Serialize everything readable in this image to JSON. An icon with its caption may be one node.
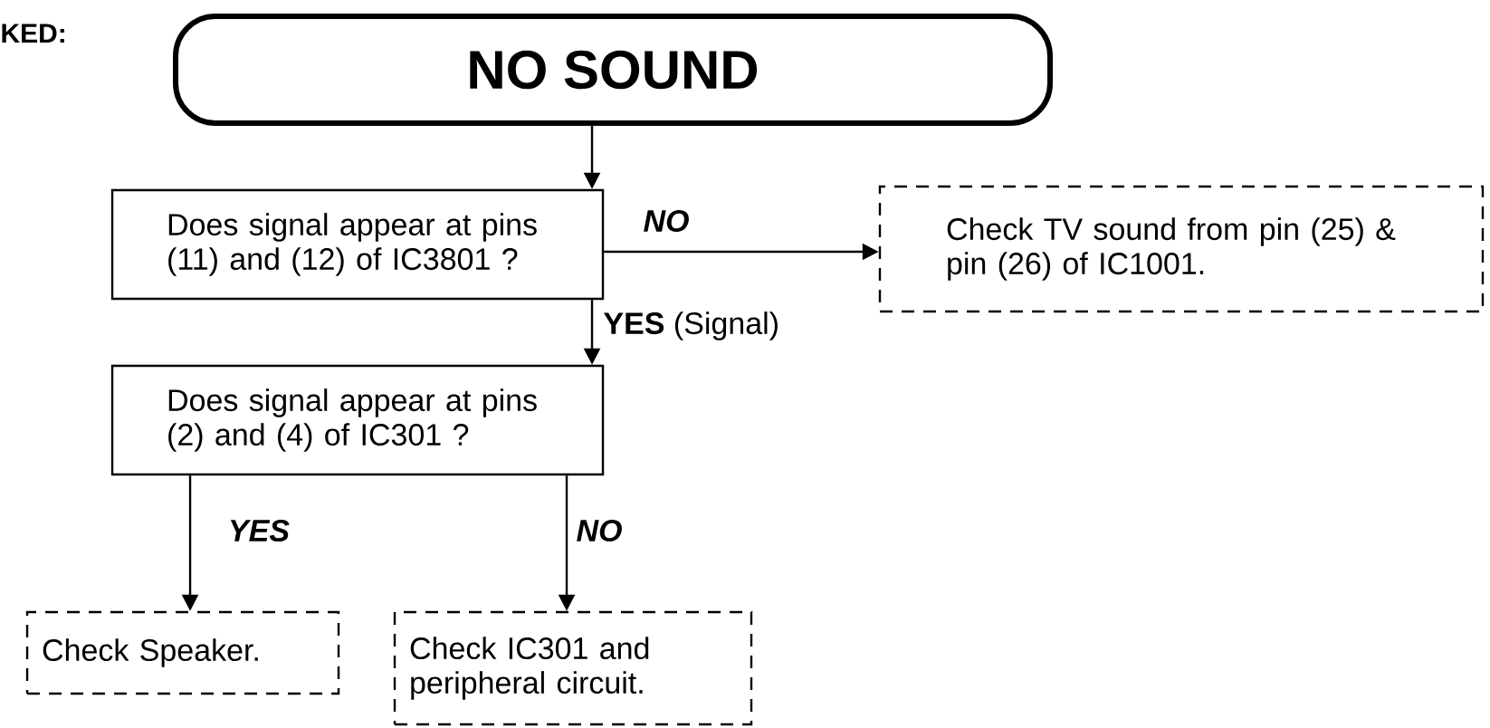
{
  "diagram": {
    "nodes": [
      {
        "text": [
          "NO SOUND"
        ]
      },
      {
        "text": [
          "Does signal appear at pins (11) and (12) of IC3801 ?"
        ]
      },
      {
        "text": [
          "Check TV sound from pin (25) & pin (26) of IC1001."
        ]
      },
      {
        "text": [
          "Does signal appear at pins (2) and (4) of IC301 ?"
        ]
      },
      {
        "text": [
          "Check Speaker."
        ]
      },
      {
        "text": [
          "Check IC301 and peripheral circuit."
        ]
      }
    ],
    "edges": [
      {
        "from": 0,
        "to": 1,
        "arrow": "to"
      },
      {
        "from": 1,
        "to": 2,
        "arrow": "to",
        "label": "NO"
      },
      {
        "from": 1,
        "to": 3,
        "arrow": "to",
        "label": "**YES** (Signal)"
      },
      {
        "from": 3,
        "to": 4,
        "arrow": "to",
        "label": "YES"
      },
      {
        "from": 3,
        "to": 5,
        "arrow": "to",
        "label": "NO"
      }
    ],
    "labels": [
      "KED:"
    ]
  }
}
